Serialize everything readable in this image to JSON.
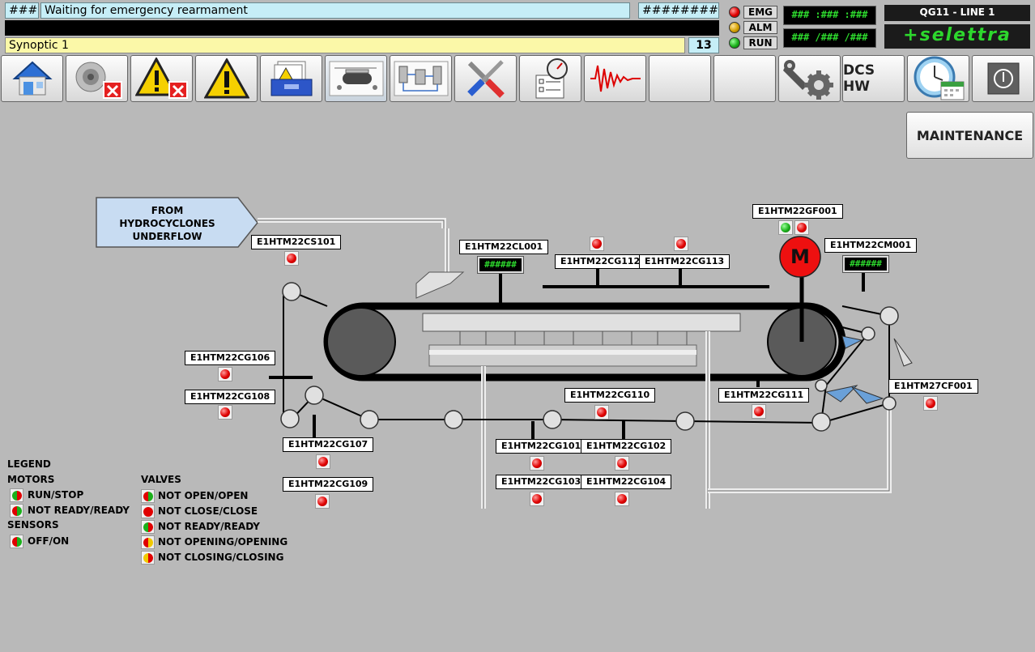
{
  "header": {
    "left_code": "###",
    "message": "Waiting for emergency rearmament",
    "right_code": "########",
    "synoptic": "Synoptic 1",
    "count": "13",
    "status": [
      {
        "label": "EMG",
        "color": "#e00000"
      },
      {
        "label": "ALM",
        "color": "#d4a000"
      },
      {
        "label": "RUN",
        "color": "#1ab01a"
      }
    ],
    "time": "### :### :###",
    "date": "### /### /###",
    "line_title": "QG11 - LINE 1",
    "logo": "+selettra"
  },
  "toolbar": {
    "buttons": [
      {
        "name": "home-icon"
      },
      {
        "name": "mute-speaker-icon"
      },
      {
        "name": "reset-alarm-icon"
      },
      {
        "name": "alarm-warning-icon"
      },
      {
        "name": "alarm-archive-icon"
      },
      {
        "name": "synoptic-1-icon"
      },
      {
        "name": "synoptic-2-icon"
      },
      {
        "name": "tools-icon"
      },
      {
        "name": "gauge-checklist-icon"
      },
      {
        "name": "trend-icon"
      },
      {
        "name": "empty"
      },
      {
        "name": "empty"
      },
      {
        "name": "wrench-gear-icon"
      },
      {
        "label": "DCS HW"
      },
      {
        "name": "clock-calendar-icon"
      },
      {
        "name": "power-icon"
      }
    ],
    "dcs_hw_label": "DCS HW",
    "maintenance_label": "MAINTENANCE"
  },
  "synoptic_view": {
    "feed_label_1": "FROM",
    "feed_label_2": "HYDROCYCLONES",
    "feed_label_3": "UNDERFLOW",
    "tags": {
      "cs101": "E1HTM22CS101",
      "cl001": "E1HTM22CL001",
      "cg112": "E1HTM22CG112",
      "cg113": "E1HTM22CG113",
      "gf001": "E1HTM22GF001",
      "cm001": "E1HTM22CM001",
      "cg106": "E1HTM22CG106",
      "cg108": "E1HTM22CG108",
      "cg110": "E1HTM22CG110",
      "cg111": "E1HTM22CG111",
      "cf001": "E1HTM27CF001",
      "cg107": "E1HTM22CG107",
      "cg109": "E1HTM22CG109",
      "cg101": "E1HTM22CG101",
      "cg102": "E1HTM22CG102",
      "cg103": "E1HTM22CG103",
      "cg104": "E1HTM22CG104"
    },
    "level_display": "######",
    "motor_display": "######",
    "motor_letter": "M"
  },
  "legend": {
    "title": "LEGEND",
    "motors_title": "MOTORS",
    "motors": [
      "RUN/STOP",
      "NOT READY/READY"
    ],
    "sensors_title": "SENSORS",
    "sensors": [
      "OFF/ON"
    ],
    "valves_title": "VALVES",
    "valves": [
      "NOT OPEN/OPEN",
      "NOT CLOSE/CLOSE",
      "NOT READY/READY",
      "NOT OPENING/OPENING",
      "NOT CLOSING/CLOSING"
    ]
  }
}
